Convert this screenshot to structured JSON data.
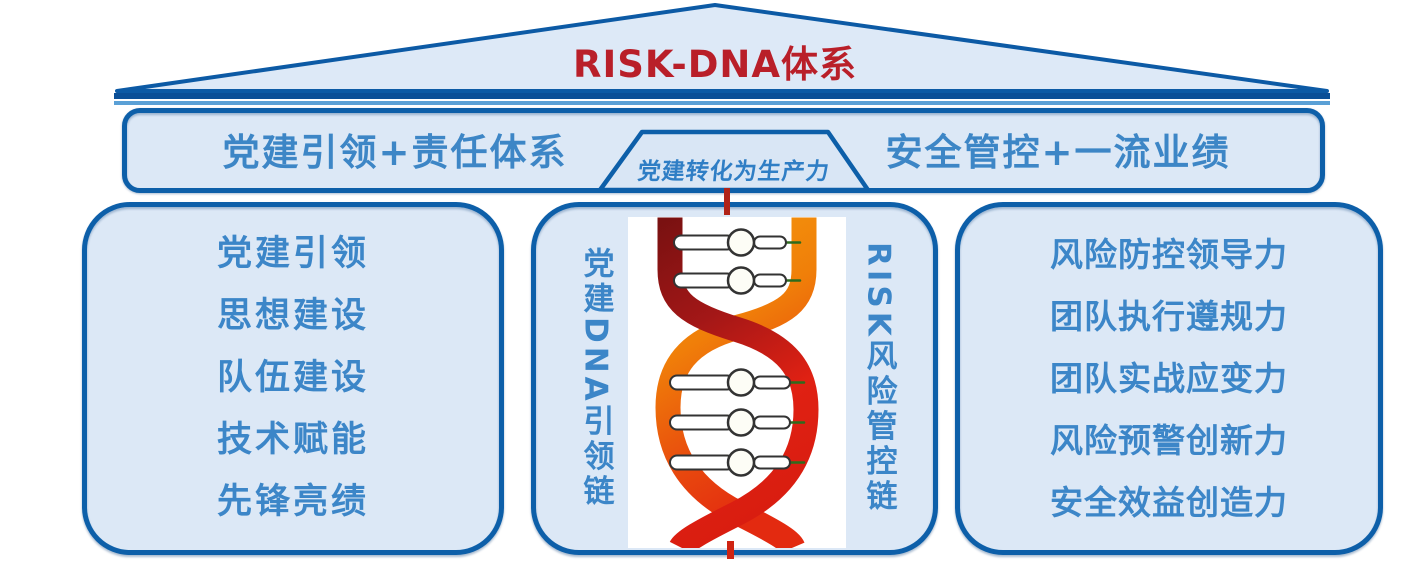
{
  "roof": {
    "title": "RISK-DNA体系"
  },
  "beam": {
    "left_label": "党建引领+责任体系",
    "right_label": "安全管控+一流业绩",
    "trapezoid_label": "党建转化为生产力"
  },
  "left_box": {
    "items": [
      "党建引领",
      "思想建设",
      "队伍建设",
      "技术赋能",
      "先锋亮绩"
    ]
  },
  "middle_box": {
    "left_chain": "党建DNA引领链",
    "right_chain": "RISK风险管控链",
    "image": "dna-double-helix"
  },
  "right_box": {
    "items": [
      "风险防控领导力",
      "团队执行遵规力",
      "团队实战应变力",
      "风险预警创新力",
      "安全效益创造力"
    ]
  },
  "colors": {
    "border_blue": "#0d5fa9",
    "fill_light_blue": "#dce8f6",
    "text_blue": "#3c86c8",
    "title_red": "#b91f29",
    "dna_dark_red": "#7a1111",
    "dna_red": "#e02113",
    "dna_orange": "#f59b0e",
    "rung_green": "#2e6b1d"
  }
}
